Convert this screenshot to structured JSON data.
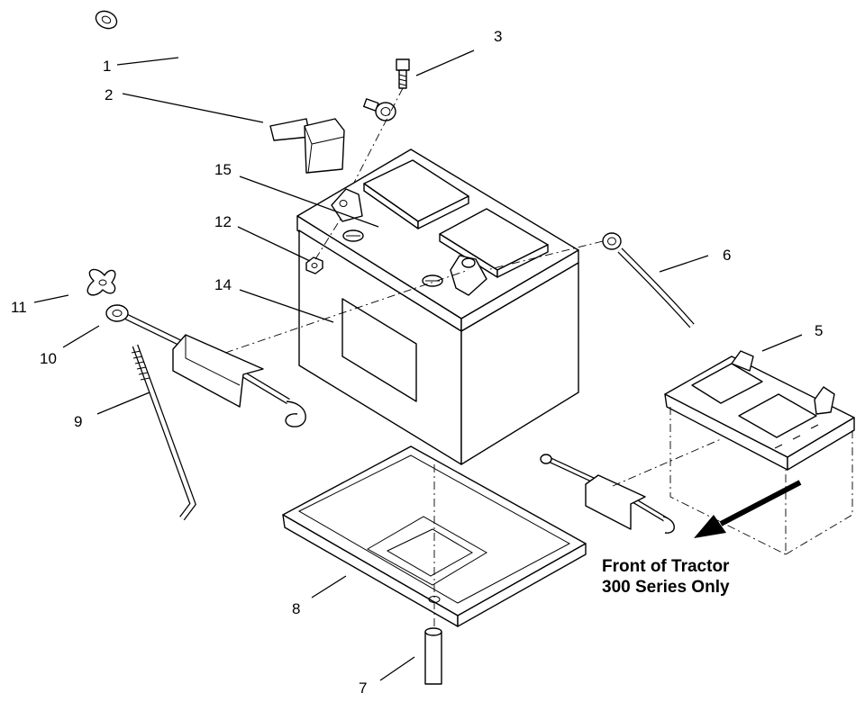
{
  "callouts": {
    "c1": "1",
    "c2": "2",
    "c3": "3",
    "c5": "5",
    "c6": "6",
    "c7": "7",
    "c8": "8",
    "c9": "9",
    "c10": "10",
    "c11": "11",
    "c12": "12",
    "c14": "14",
    "c15": "15"
  },
  "note": {
    "line1": "Front of Tractor",
    "line2": "300 Series Only"
  }
}
